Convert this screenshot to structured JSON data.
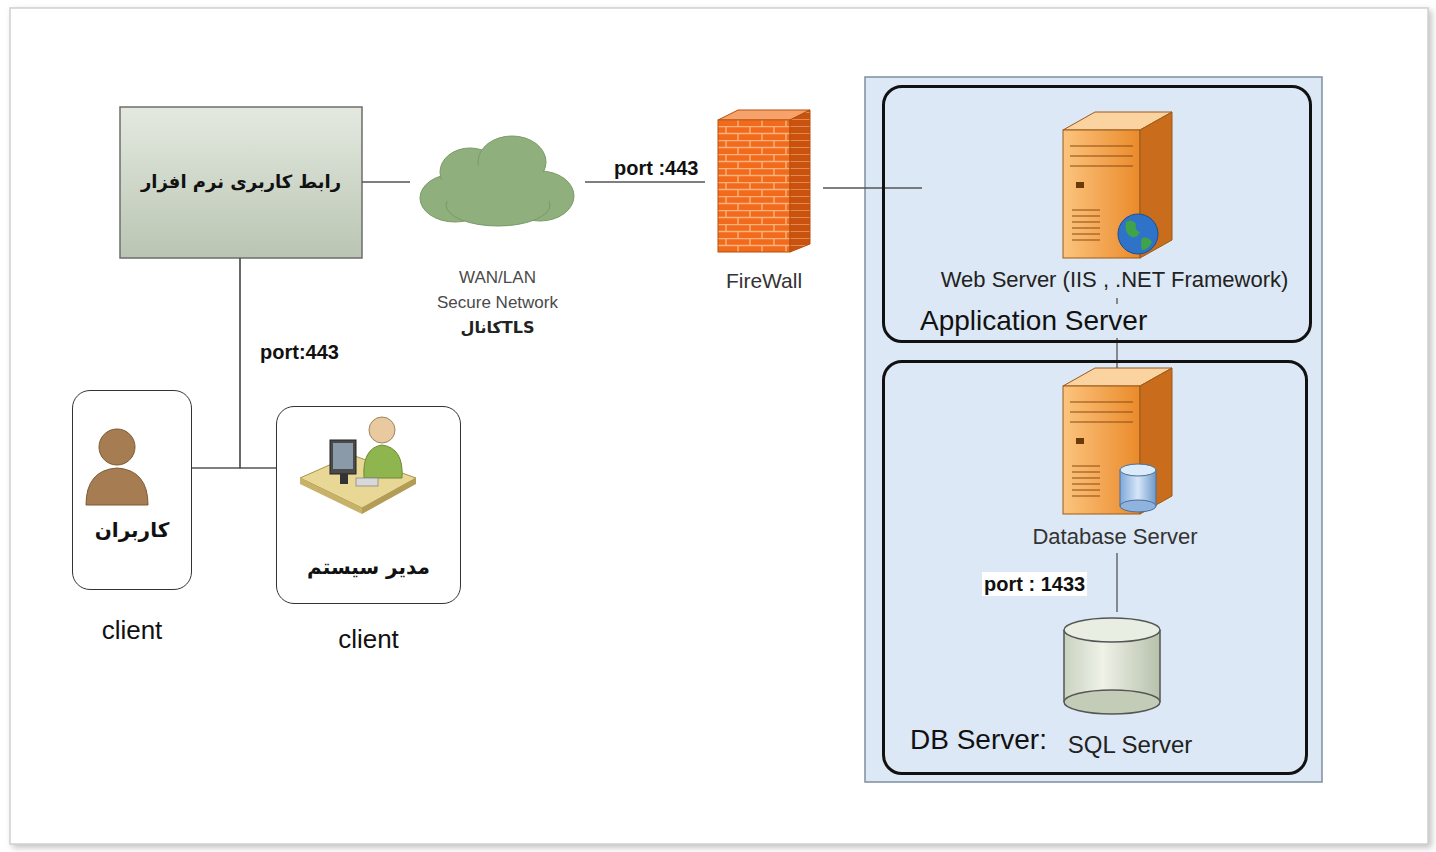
{
  "diagram": {
    "nodes": [
      {
        "text": [
          "رابط کاربری نرم افزار"
        ]
      },
      {
        "text": [
          "WAN/LAN",
          "Secure Network",
          "کانالTLS"
        ]
      },
      {
        "text": [
          "FireWall"
        ]
      },
      {
        "text": [
          "Application Server"
        ]
      },
      {
        "text": [
          "Web Server (IIS , .NET Framework)"
        ],
        "in": 3
      },
      {
        "text": [
          "DB Server:"
        ]
      },
      {
        "text": [
          "Database Server"
        ],
        "in": 5
      },
      {
        "text": [
          "SQL Server"
        ],
        "in": 5
      },
      {
        "text": [
          "کاربران",
          "client"
        ]
      },
      {
        "text": [
          "مدیر سیستم",
          "client"
        ]
      }
    ],
    "edges": [
      {
        "from": 0,
        "to": 1,
        "arrow": "none"
      },
      {
        "from": 1,
        "to": 2,
        "label": "port :443",
        "arrow": "none"
      },
      {
        "from": 2,
        "to": 4,
        "arrow": "none"
      },
      {
        "from": 4,
        "to": 6,
        "arrow": "none"
      },
      {
        "from": 6,
        "to": 7,
        "label": "port : 1433",
        "arrow": "none"
      },
      {
        "from": 0,
        "to": 8,
        "label": "port:443",
        "arrow": "none"
      },
      {
        "from": 0,
        "to": 9,
        "arrow": "none"
      }
    ]
  }
}
